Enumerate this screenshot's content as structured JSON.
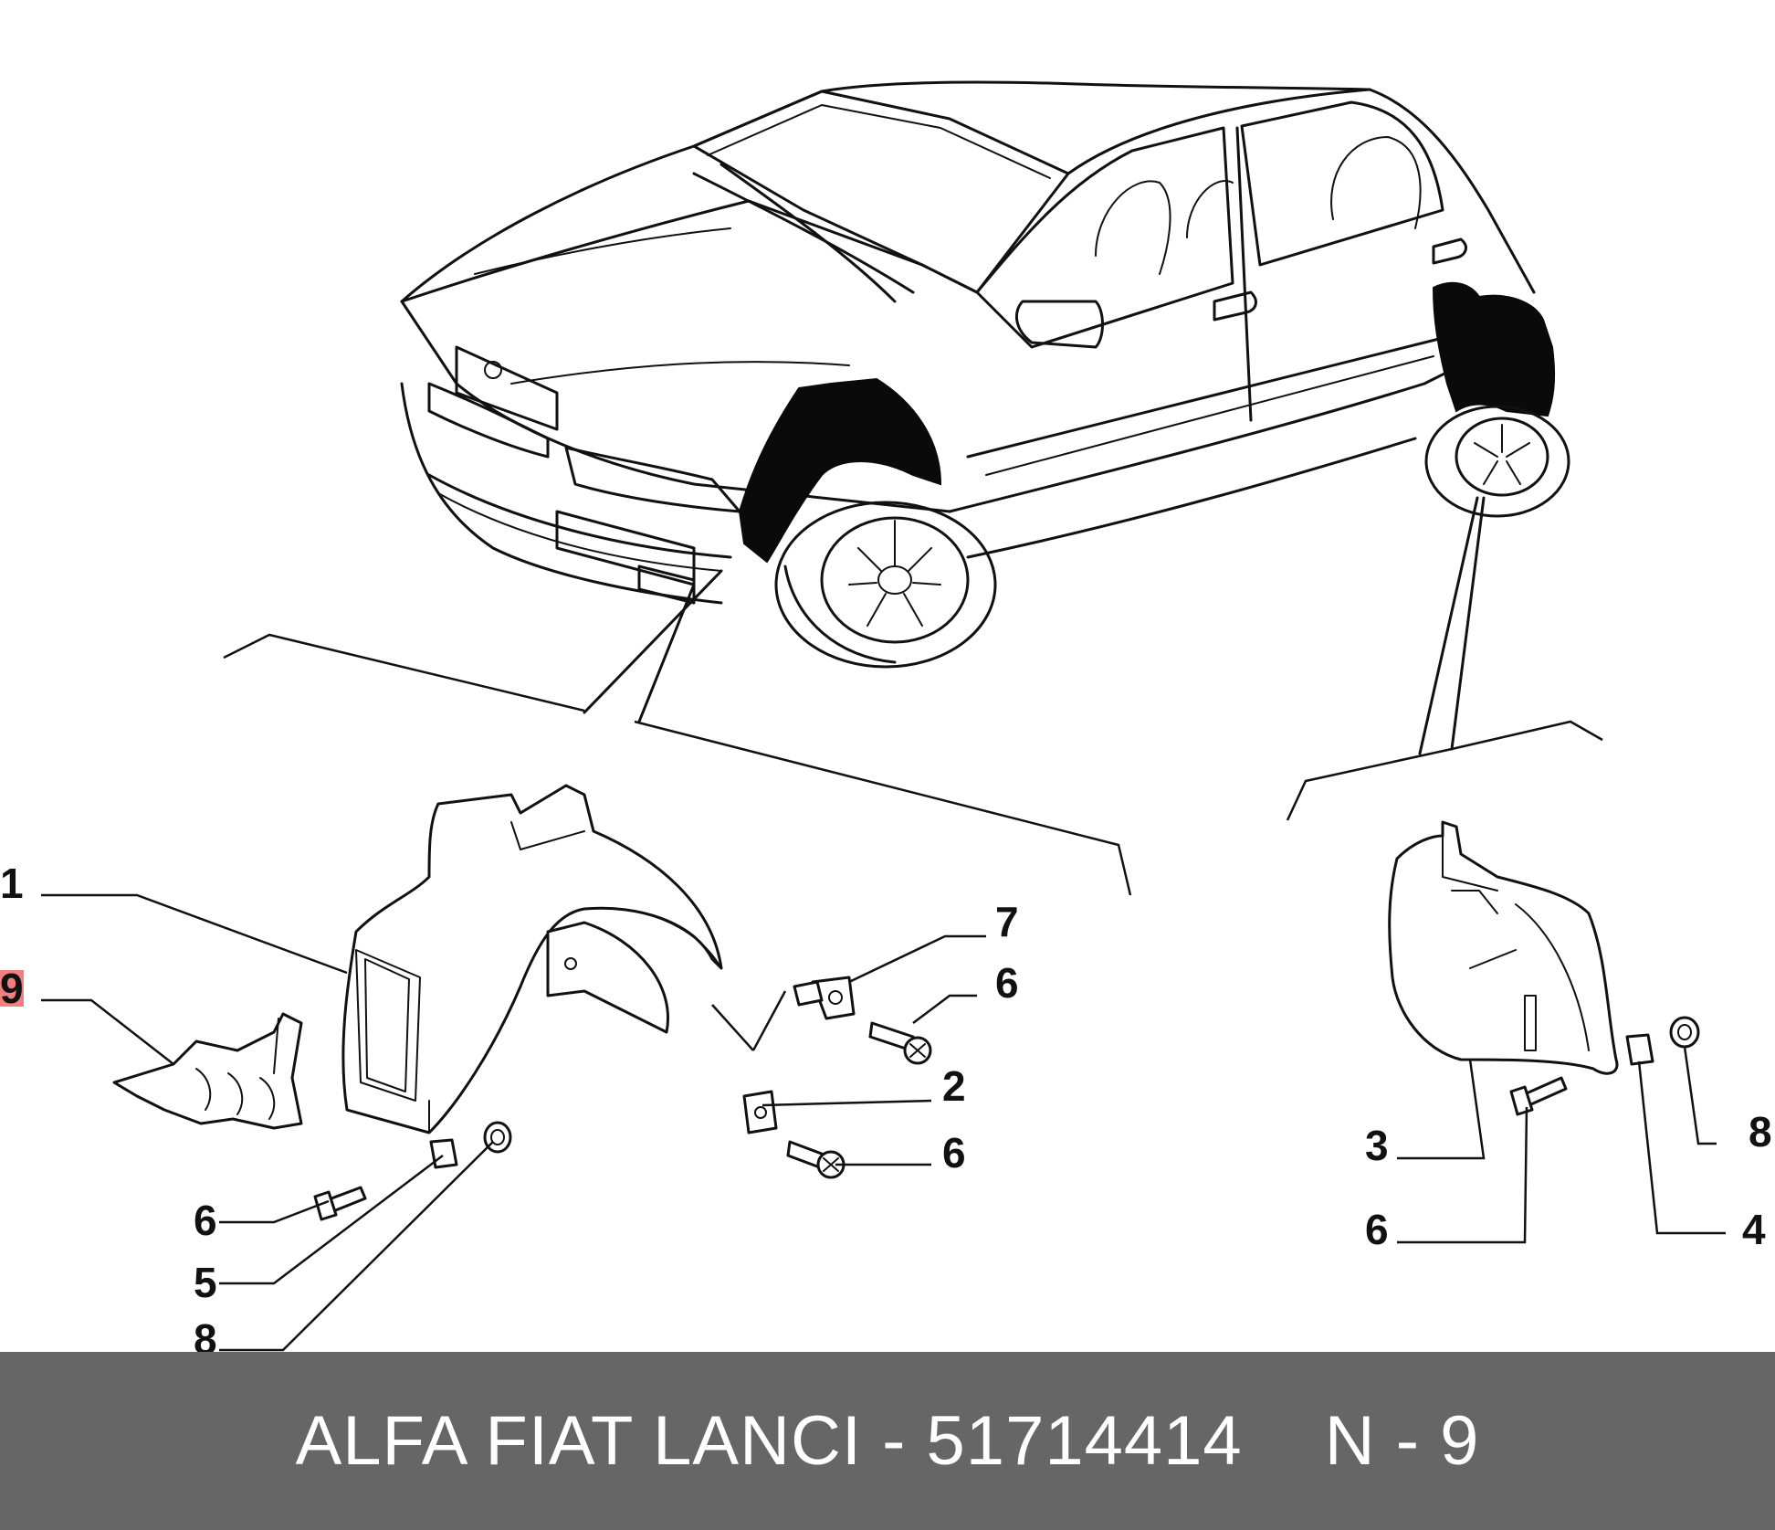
{
  "callouts": {
    "c1": "1",
    "c9": "9",
    "c6a": "6",
    "c5": "5",
    "c8a": "8",
    "c7": "7",
    "c6b": "6",
    "c2": "2",
    "c6c": "6",
    "c3": "3",
    "c6d": "6",
    "c8b": "8",
    "c4": "4"
  },
  "footer": {
    "part_label": "ALFA FIAT LANCI - 51714414",
    "ref_label": "N - 9"
  },
  "colors": {
    "footer_bg": "#666666",
    "highlight": "#f08080",
    "ink": "#111111"
  }
}
